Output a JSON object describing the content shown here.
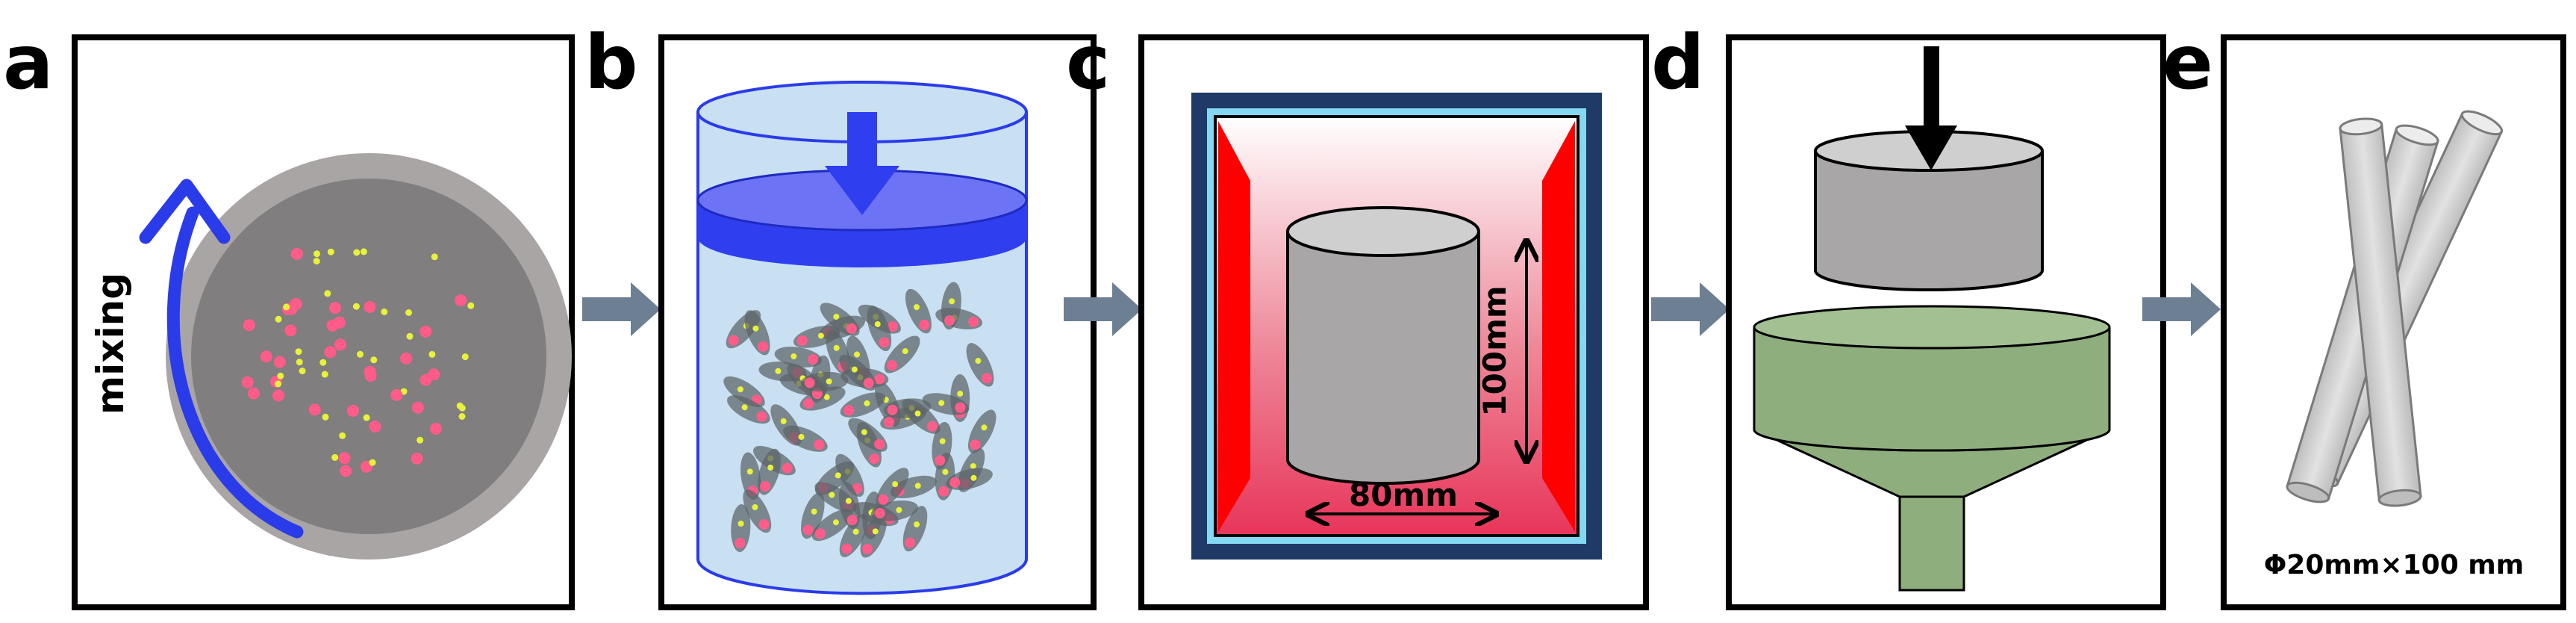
{
  "panels": [
    {
      "letter": "a",
      "label": "mixing"
    },
    {
      "letter": "b"
    },
    {
      "letter": "c",
      "dim_height": "100mm",
      "dim_width": "80mm"
    },
    {
      "letter": "d"
    },
    {
      "letter": "e",
      "caption": "Φ20mm×100 mm"
    }
  ],
  "colors": {
    "arrow_gray": "#6d7f93",
    "mixing_arrow": "#2a3bea",
    "pink_particle": "#ff5c8a",
    "yellow_particle": "#e8f23a",
    "furnace_frame": "#1f3a66",
    "furnace_inner": "#85d8f2",
    "heater_red": "#ff0000",
    "gray_cylinder": "#a8a6a6",
    "funnel_green": "#8fae7d",
    "rod_gray": "#d6d6d6"
  }
}
